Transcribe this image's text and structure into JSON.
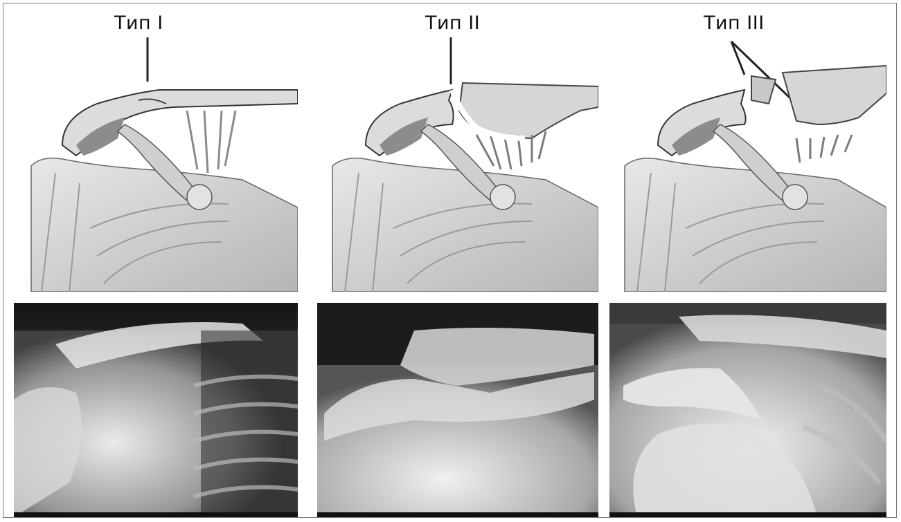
{
  "figure": {
    "types": [
      {
        "label": "Тип I",
        "icon": "acromion-type-1-drawing"
      },
      {
        "label": "Тип II",
        "icon": "acromion-type-2-drawing"
      },
      {
        "label": "Тип III",
        "icon": "acromion-type-3-drawing"
      }
    ],
    "radiographs": [
      {
        "icon": "shoulder-xray-type-1"
      },
      {
        "icon": "shoulder-xray-type-2"
      },
      {
        "icon": "shoulder-xray-type-3"
      }
    ]
  }
}
